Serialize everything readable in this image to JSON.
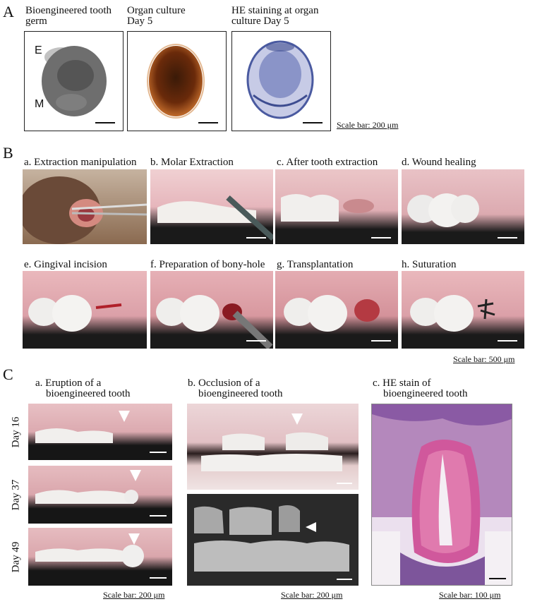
{
  "panel_a": {
    "label": "A",
    "items": [
      {
        "caption": "Bioengineered tooth\ngerm",
        "labels": [
          "E",
          "M"
        ]
      },
      {
        "caption": "Organ culture\nDay 5"
      },
      {
        "caption": "HE staining at organ\nculture Day 5"
      }
    ],
    "scale_bar": "Scale bar: 200 μm"
  },
  "panel_b": {
    "label": "B",
    "items": [
      {
        "caption": "a. Extraction manipulation"
      },
      {
        "caption": "b. Molar Extraction"
      },
      {
        "caption": "c. After tooth extraction"
      },
      {
        "caption": "d. Wound healing"
      },
      {
        "caption": "e. Gingival incision"
      },
      {
        "caption": "f. Preparation of bony-hole"
      },
      {
        "caption": "g. Transplantation"
      },
      {
        "caption": "h. Suturation"
      }
    ],
    "scale_bar": "Scale bar: 500 μm"
  },
  "panel_c": {
    "label": "C",
    "a": {
      "caption": "a. Eruption of a\n    bioengineered tooth",
      "days": [
        "Day 16",
        "Day 37",
        "Day 49"
      ],
      "scale_bar": "Scale bar: 200 μm"
    },
    "b": {
      "caption": "b. Occlusion of a\n    bioengineered tooth",
      "scale_bar": "Scale bar: 200 μm"
    },
    "c": {
      "caption": "c. HE stain of\n    bioengineered tooth",
      "scale_bar": "Scale bar: 100 μm"
    }
  },
  "colors": {
    "gingiva": "#d9a0a8",
    "tooth": "#f1efed",
    "he_pink": "#c8509a",
    "he_purple": "#6a3c8c",
    "dark_bg": "#1a1a1a"
  }
}
